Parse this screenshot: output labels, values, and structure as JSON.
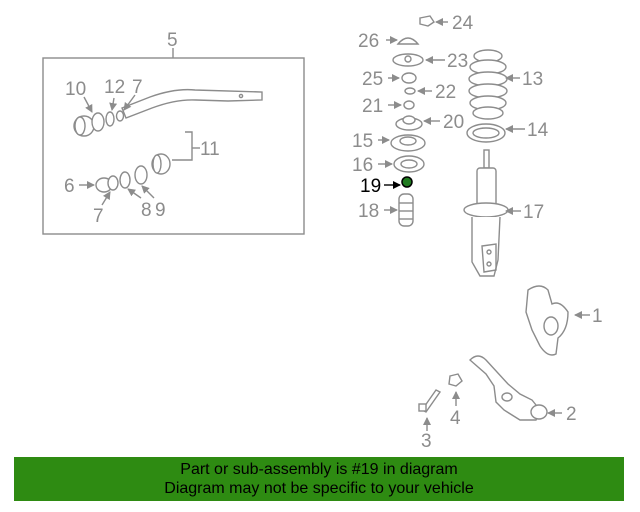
{
  "diagram": {
    "highlighted_part": "19",
    "callouts": {
      "c1": "1",
      "c2": "2",
      "c3": "3",
      "c4": "4",
      "c5": "5",
      "c6": "6",
      "c7a": "7",
      "c7b": "7",
      "c8": "8",
      "c9": "9",
      "c10": "10",
      "c11": "11",
      "c12": "12",
      "c13": "13",
      "c14": "14",
      "c15": "15",
      "c16": "16",
      "c17": "17",
      "c18": "18",
      "c19": "19",
      "c20": "20",
      "c21": "21",
      "c22": "22",
      "c23": "23",
      "c24": "24",
      "c25": "25",
      "c26": "26"
    },
    "colors": {
      "lines": "#8c8c8c",
      "highlight": "#000000",
      "highlight_part_fill": "#1f7a1f",
      "banner": "#2e8b12"
    }
  },
  "banner": {
    "line1": "Part or sub-assembly is #19 in diagram",
    "line2": "Diagram may not be specific to your vehicle"
  }
}
